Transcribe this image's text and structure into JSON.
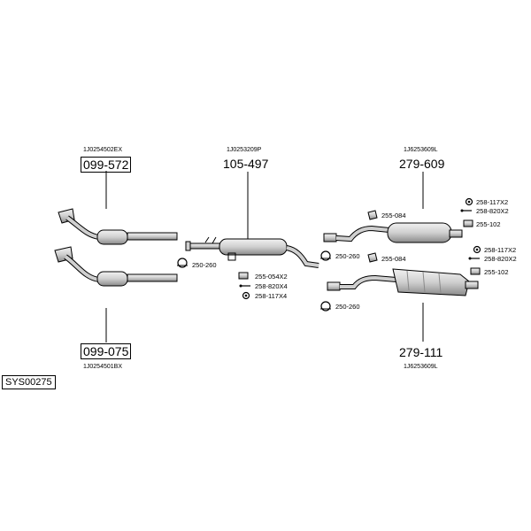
{
  "diagram_id": "SYS00275",
  "groups": {
    "front_upper": {
      "oe_code": "1J0254502EX",
      "part_no": "099-572"
    },
    "front_lower": {
      "oe_code": "1J0254501BX",
      "part_no": "099-075"
    },
    "middle": {
      "oe_code": "1J0253209P",
      "part_no": "105-497"
    },
    "rear_upper": {
      "oe_code": "1J6253609L",
      "part_no": "279-609"
    },
    "rear_lower": {
      "oe_code": "1J6253609L",
      "part_no": "279-111"
    }
  },
  "fittings": {
    "mid_clamp": "250-260",
    "mid_rubber": "255-054X2",
    "mid_bolt": "258-820X4",
    "mid_washer": "258-117X4",
    "ru_hanger": "255-084",
    "ru_clamp": "250-260",
    "ru_washer": "258-117X2",
    "ru_bolt": "258-820X2",
    "ru_rubber": "255-102",
    "rl_hanger": "255-084",
    "rl_clamp": "250-260",
    "rl_washer": "258-117X2",
    "rl_bolt": "258-820X2",
    "rl_rubber": "255-102"
  },
  "colors": {
    "line": "#000000",
    "part_fill": "#d8d8d8",
    "part_shade": "#9a9a9a"
  }
}
